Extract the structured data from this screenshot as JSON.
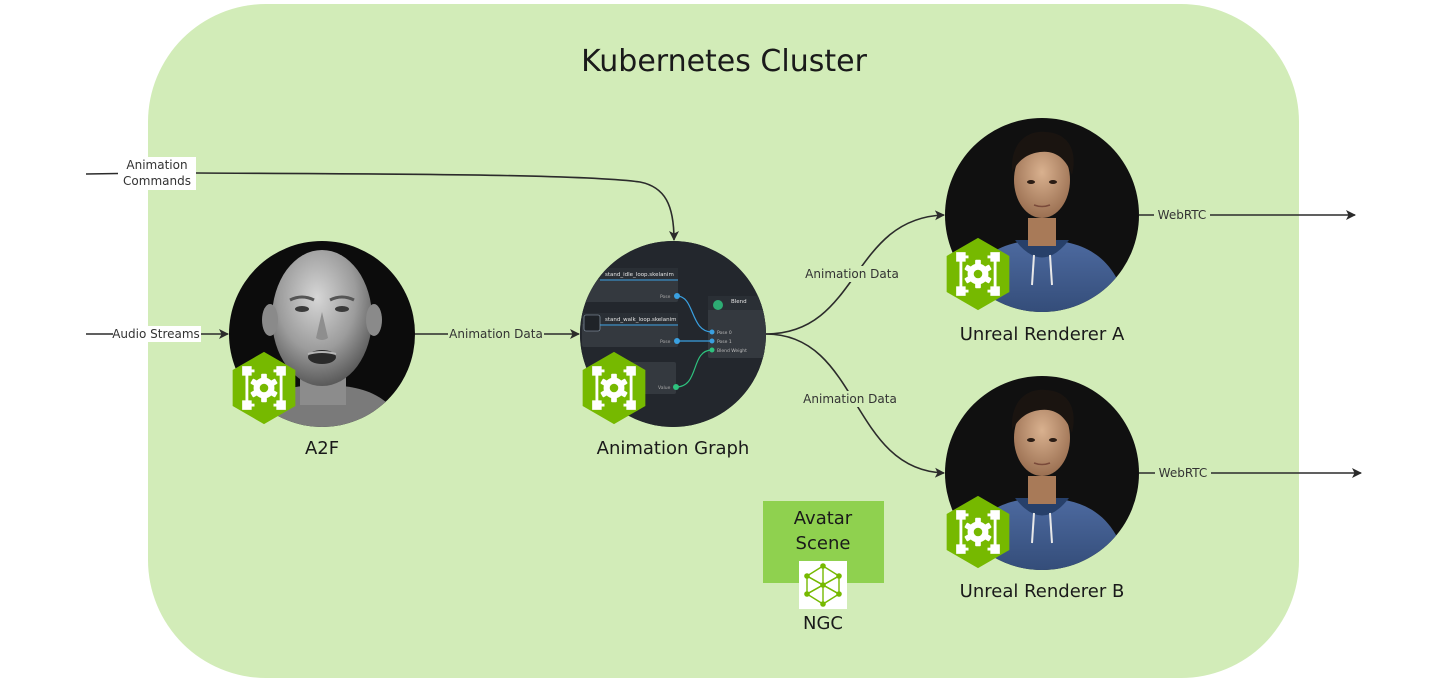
{
  "cluster": {
    "title": "Kubernetes Cluster",
    "fill": "#d2ecb8"
  },
  "nodes": {
    "a2f": {
      "label": "A2F"
    },
    "animation_graph": {
      "label": "Animation Graph",
      "screenshot_text": {
        "node1": "stand_idle_loop.skelanim",
        "node2": "stand_walk_loop.skelanim",
        "blend": "Blend",
        "pose": "Pose",
        "pose0": "Pose 0",
        "pose1": "Pose 1",
        "blend_weight": "Blend Weight",
        "value": "Value"
      }
    },
    "renderer_a": {
      "label": "Unreal Renderer A"
    },
    "renderer_b": {
      "label": "Unreal Renderer B"
    },
    "avatar_scene": {
      "label_line1": "Avatar",
      "label_line2": "Scene"
    },
    "ngc": {
      "label": "NGC"
    }
  },
  "edges": {
    "animation_commands_line1": "Animation",
    "animation_commands_line2": "Commands",
    "audio_streams": "Audio Streams",
    "a2f_to_graph": "Animation Data",
    "graph_to_a": "Animation Data",
    "graph_to_b": "Animation Data",
    "webrtc_a": "WebRTC",
    "webrtc_b": "WebRTC"
  },
  "colors": {
    "nvidia_green": "#76b900",
    "avatar_box": "#8fd14f",
    "hoodie": "#3d5a8c"
  },
  "icons": [
    "container-gear-icon",
    "neural-network-icon"
  ]
}
